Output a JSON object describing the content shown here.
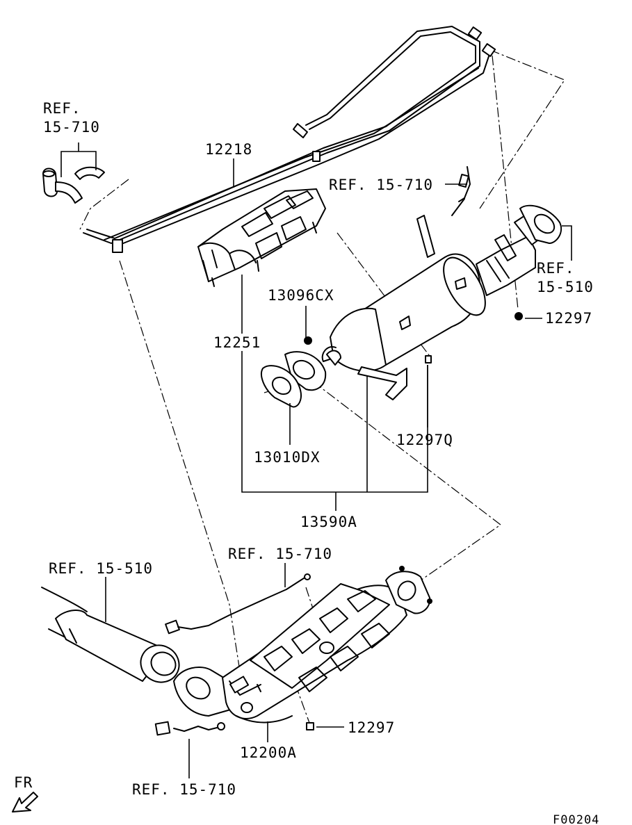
{
  "labels": {
    "ref_15_710_top_left": "REF. 15-710",
    "ref_15_710_top_left_line1": "REF.",
    "ref_15_710_top_left_line2": "15-710",
    "p12218": "12218",
    "ref_15_710_mid": "REF. 15-710",
    "ref_15_510_right_line1": "REF.",
    "ref_15_510_right_line2": "15-510",
    "p13096cx": "13096CX",
    "p12297_right": "12297",
    "p12251": "12251",
    "p13010dx": "13010DX",
    "p12297q": "12297Q",
    "p13590a": "13590A",
    "ref_15_710_lower": "REF. 15-710",
    "ref_15_510_left": "REF. 15-510",
    "p12297_lower": "12297",
    "p12200a": "12200A",
    "ref_15_710_bottom": "REF. 15-710",
    "fr": "FR",
    "figure_code": "F00204"
  }
}
